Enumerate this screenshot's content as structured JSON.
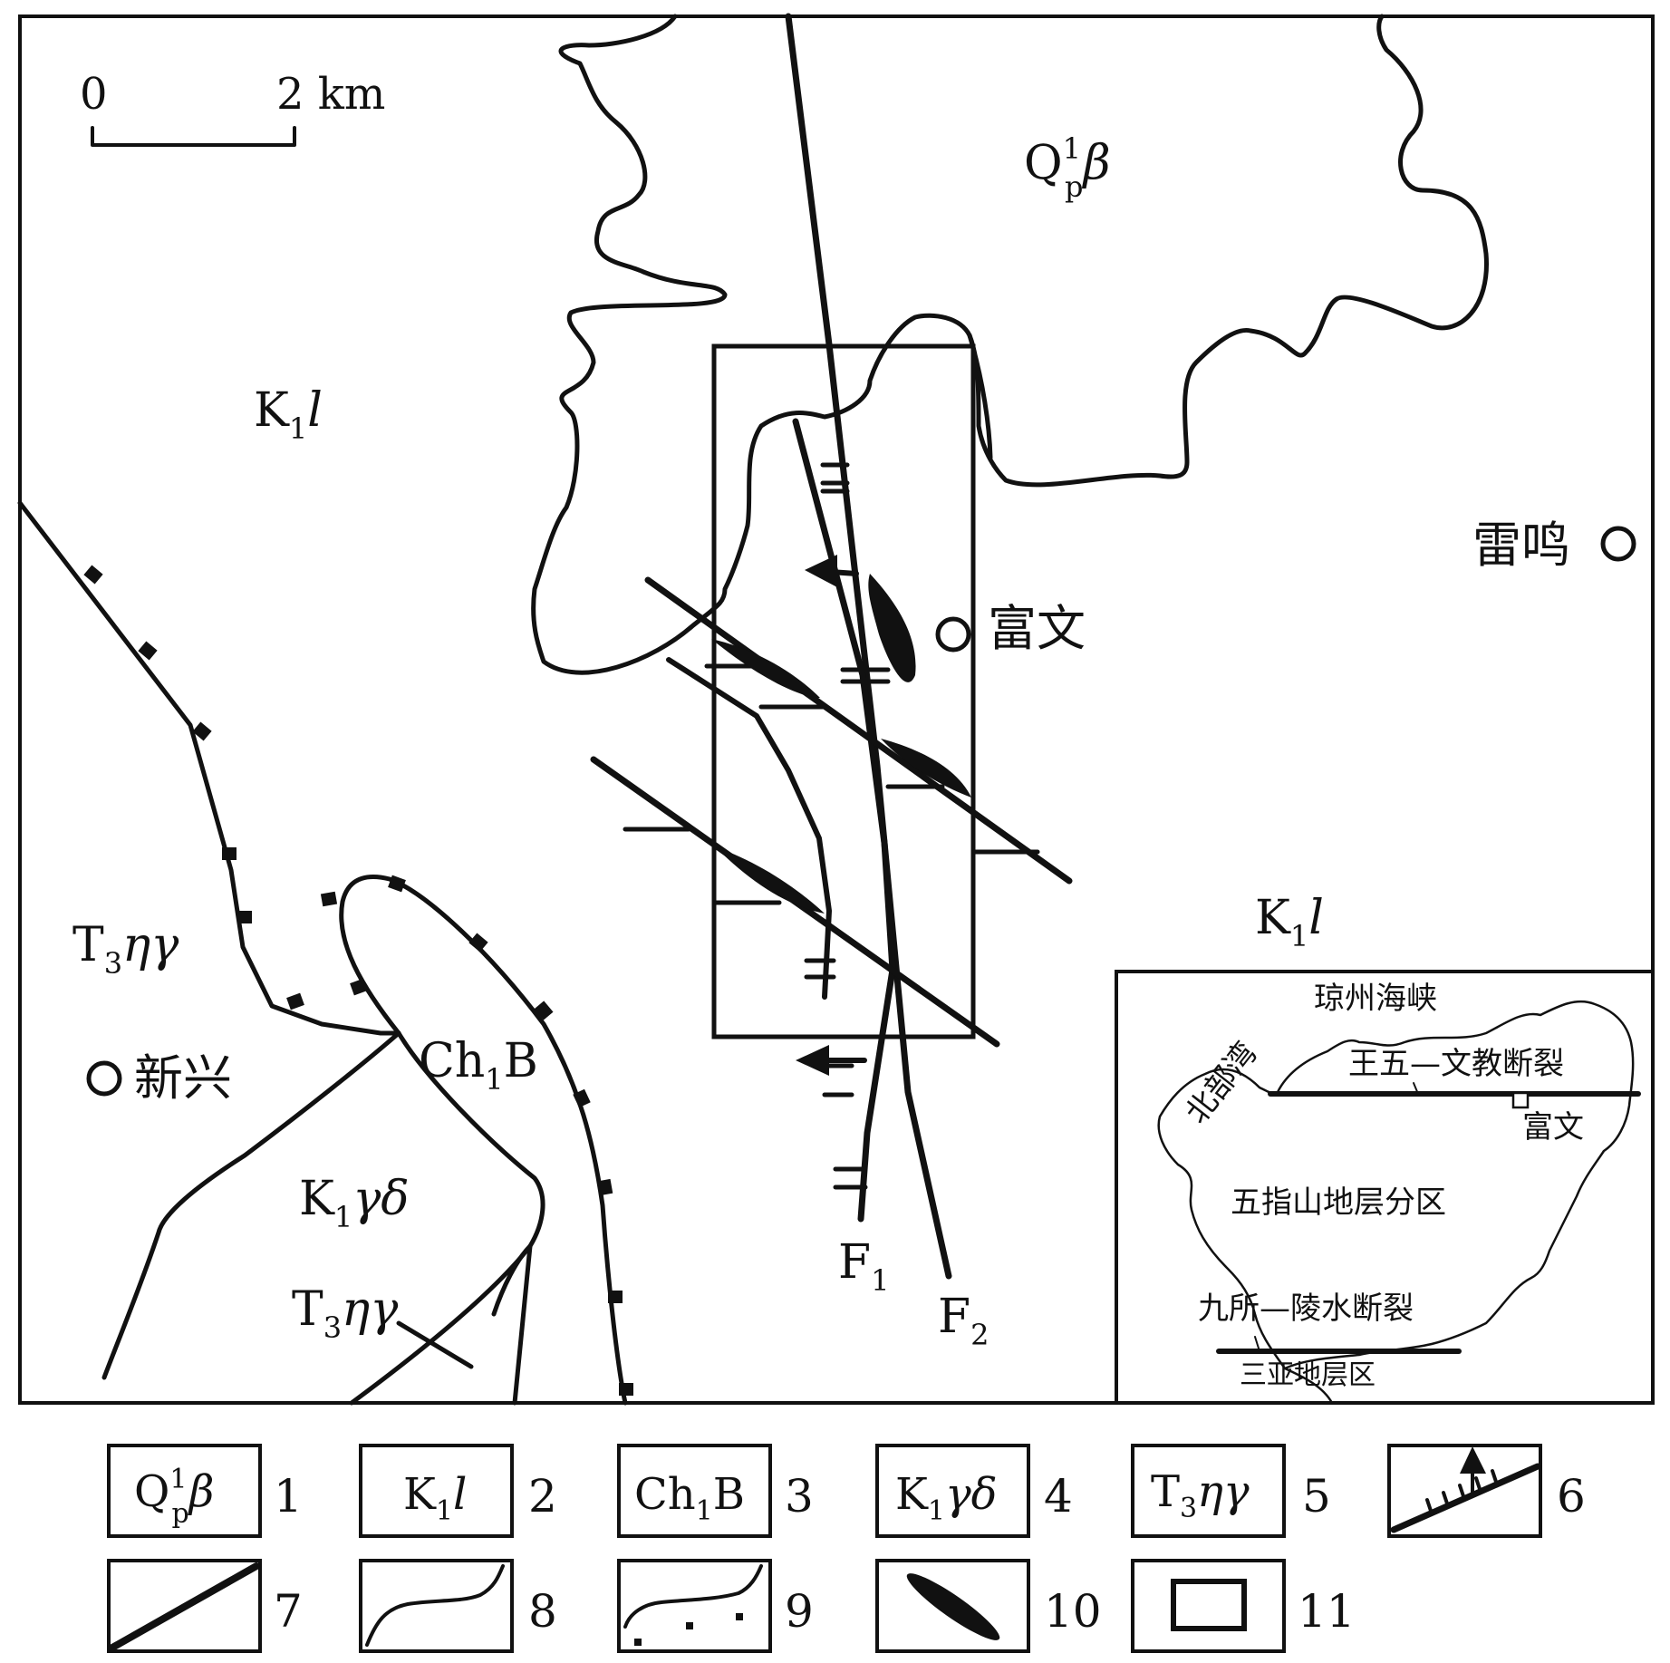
{
  "scale_bar": {
    "start": "0",
    "end": "2 km"
  },
  "units": {
    "q_beta": {
      "main": "Q",
      "sup": "1",
      "sub": "p",
      "tail": "β"
    },
    "k1l": {
      "main": "K",
      "sub": "1",
      "tail": "l"
    },
    "ch1b": {
      "main": "Ch",
      "sub": "1",
      "tail": "B"
    },
    "k1gd": {
      "main": "K",
      "sub": "1",
      "tail": "γδ"
    },
    "t3ng": {
      "main": "T",
      "sub": "3",
      "tail": "ηγ"
    }
  },
  "places": {
    "xinxing": "新兴",
    "fuwen": "富文",
    "leiming": "雷鸣"
  },
  "faults": {
    "f1": {
      "main": "F",
      "sub": "1"
    },
    "f2": {
      "main": "F",
      "sub": "2"
    }
  },
  "inset": {
    "strait": "琼州海峡",
    "gulf": "北部湾",
    "fault_north": "王五—文教断裂",
    "fault_south": "九所—陵水断裂",
    "fuwen": "富文",
    "wuzhishan": "五指山地层分区",
    "sanya": "三亚地层区"
  },
  "legend": {
    "n1": "1",
    "n2": "2",
    "n3": "3",
    "n4": "4",
    "n5": "5",
    "n6": "6",
    "n7": "7",
    "n8": "8",
    "n9": "9",
    "n10": "10",
    "n11": "11"
  },
  "colors": {
    "ink": "#111111",
    "paper": "#ffffff"
  }
}
